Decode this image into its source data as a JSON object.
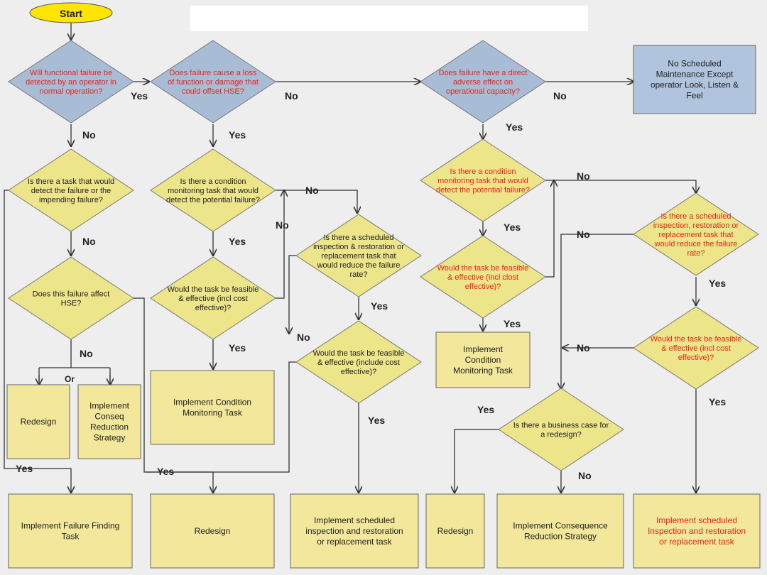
{
  "colors": {
    "decision_fill": "#ede58a",
    "decision_hse_fill": "#a9bcd6",
    "box_fill": "#f2e79a",
    "outcome_blue_fill": "#b0c4de",
    "start_fill": "#ffe500",
    "text_dark": "#222222",
    "text_red": "#e8231d",
    "edge": "#333333",
    "background": "#eeeeee"
  },
  "start": {
    "label": "Start"
  },
  "decisions": {
    "d1": {
      "lines": [
        "Will functional failure be",
        "detected by an operator in",
        "normal operation?"
      ]
    },
    "d2": {
      "lines": [
        "Does failure cause a loss",
        "of function or damage that",
        "could offset HSE?"
      ]
    },
    "d3": {
      "lines": [
        "Does failure have a direct",
        "adverse effect on",
        "operational capacity?"
      ]
    },
    "d4": {
      "lines": [
        "Is there a task that would",
        "detect the failure or the",
        "impending failure?"
      ]
    },
    "d5": {
      "lines": [
        "Does this failure affect",
        "HSE?"
      ]
    },
    "d6": {
      "lines": [
        "Is there a condition",
        "monitoring task that would",
        "detect the potential failure?"
      ]
    },
    "d7": {
      "lines": [
        "Would the task be feasible",
        "& effective (incl cost",
        "effective)?"
      ]
    },
    "d8": {
      "lines": [
        "Is there a scheduled",
        "inspection & restoration or",
        "replacement task that",
        "would reduce the failure",
        "rate?"
      ]
    },
    "d9": {
      "lines": [
        "Would the task be feasible",
        "& effective (include cost",
        "effective)?"
      ]
    },
    "d10": {
      "lines": [
        "Is there a condition",
        "monitoring task that would",
        "detect the potential failure?"
      ]
    },
    "d11": {
      "lines": [
        "Would the task be feasible",
        "& effective (incl clost",
        "effective)?"
      ]
    },
    "d12": {
      "lines": [
        "Is there a scheduled",
        "inspection, restoration or",
        "replacement task that",
        "would reduce the failure",
        "rate?"
      ]
    },
    "d13": {
      "lines": [
        "Would the task be feasible",
        "& effective (incl cost",
        "effective)?"
      ]
    },
    "d14": {
      "lines": [
        "Is there a business case for",
        "a redesign?"
      ]
    }
  },
  "boxes": {
    "no_sched": {
      "lines": [
        "No Scheduled",
        "Maintenance Except",
        "operator Look, Listen &",
        "Feel"
      ]
    },
    "redesign_small": {
      "lines": [
        "Redesign"
      ]
    },
    "conseq_small": {
      "lines": [
        "Implement",
        "Conseq",
        "Reduction",
        "Strategy"
      ]
    },
    "impl_cm_1": {
      "lines": [
        "Implement Condition",
        "Monitoring Task"
      ]
    },
    "impl_cm_2": {
      "lines": [
        "Implement",
        "Condition",
        "Monitoring Task"
      ]
    },
    "impl_ff": {
      "lines": [
        "Implement Failure Finding",
        "Task"
      ]
    },
    "redesign_b1": {
      "lines": [
        "Redesign"
      ]
    },
    "impl_sched_1": {
      "lines": [
        "Implement scheduled",
        "inspection and restoration",
        "or replacement task"
      ]
    },
    "redesign_b2": {
      "lines": [
        "Redesign"
      ]
    },
    "impl_conseq": {
      "lines": [
        "Implement Consequence",
        "Reduction Strategy"
      ]
    },
    "impl_sched_2": {
      "lines": [
        "Implement scheduled",
        "Inspection and restoration",
        "or replacement task"
      ]
    }
  },
  "edge_labels": {
    "yes": "Yes",
    "no": "No",
    "or": "Or"
  }
}
